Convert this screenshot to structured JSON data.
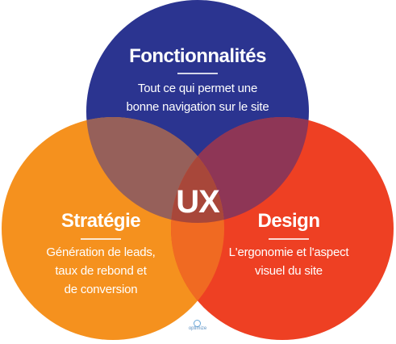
{
  "diagram": {
    "center_label": "UX",
    "circles": [
      {
        "id": "fonctionnalites",
        "title": "Fonctionnalités",
        "description_lines": [
          "Tout ce qui permet une",
          "bonne navigation sur le site"
        ],
        "color": "#2b3490"
      },
      {
        "id": "strategie",
        "title": "Stratégie",
        "description_lines": [
          "Génération de leads,",
          "taux de rebond et",
          "de conversion"
        ],
        "color": "#f5911e"
      },
      {
        "id": "design",
        "title": "Design",
        "description_lines": [
          "L'ergonomie et l'aspect",
          "visuel du site"
        ],
        "color": "#ee4023"
      }
    ],
    "overlap_colors": {
      "fonctionnalites_strategie": "#96605a",
      "fonctionnalites_design": "#8e3656",
      "strategie_design": "#f06a22",
      "center": "#a8473a"
    }
  },
  "logo": {
    "text": "optimize"
  }
}
